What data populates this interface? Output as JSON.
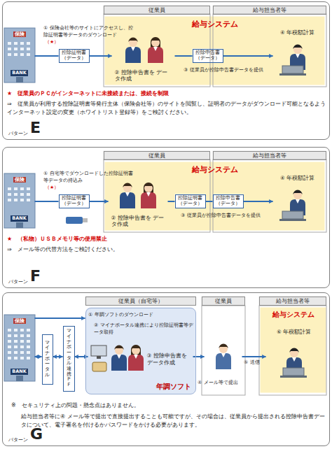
{
  "diagram": {
    "nodes": [
      {
        "text": [
          "パターン",
          "E"
        ]
      },
      {
        "text": [
          "従業員"
        ],
        "in": 0
      },
      {
        "text": [
          "給与担当者等"
        ],
        "in": 0
      },
      {
        "text": [
          "保険",
          "BANK"
        ],
        "in": 0
      },
      {
        "text": [
          "控除証明書（データ）"
        ],
        "in": 0
      },
      {
        "text": [
          "給与システム"
        ],
        "in": 0
      },
      {
        "text": [
          "② 控除申告書を データ作成"
        ],
        "in": 5
      },
      {
        "text": [
          "控除申告書（データ）"
        ],
        "in": 5
      },
      {
        "text": [
          "④ 年税額計算"
        ],
        "in": 5
      },
      {
        "text": [
          "パターン",
          "F"
        ]
      },
      {
        "text": [
          "従業員"
        ],
        "in": 9
      },
      {
        "text": [
          "給与担当者等"
        ],
        "in": 9
      },
      {
        "text": [
          "保険",
          "BANK"
        ],
        "in": 9
      },
      {
        "text": [
          "控除証明書（データ）"
        ],
        "in": 9
      },
      {
        "text": [
          "給与システム"
        ],
        "in": 9
      },
      {
        "text": [
          "② 控除申告書を データ作成"
        ],
        "in": 14
      },
      {
        "text": [
          "控除証明書（データ）"
        ],
        "in": 14
      },
      {
        "text": [
          "控除申告書（データ）"
        ],
        "in": 14
      },
      {
        "text": [
          "④ 年税額計算"
        ],
        "in": 14
      },
      {
        "text": [
          "パターン",
          "G"
        ]
      },
      {
        "text": [
          "従業員（自宅等）"
        ],
        "in": 19
      },
      {
        "text": [
          "従業員"
        ],
        "in": 19
      },
      {
        "text": [
          "給与担当者等"
        ],
        "in": 19
      },
      {
        "text": [
          "保険",
          "BANK"
        ],
        "in": 19
      },
      {
        "text": [
          "マイナポータル"
        ],
        "in": 19
      },
      {
        "text": [
          "マイナポータル連携ＰＦ"
        ],
        "in": 19
      },
      {
        "text": [
          "年調ソフト"
        ],
        "in": 19
      },
      {
        "text": [
          "③ 控除申告書を データ作成"
        ],
        "in": 26
      },
      {
        "text": [],
        "in": 19
      },
      {
        "text": [
          "給与システム"
        ],
        "in": 19
      },
      {
        "text": [
          "⑥ 年税額計算"
        ],
        "in": 29
      }
    ],
    "edges": [
      {
        "from": 3,
        "to": 4,
        "arrow": "none"
      },
      {
        "from": 4,
        "to": 6,
        "arrow": "to"
      },
      {
        "from": 6,
        "to": 7,
        "arrow": "none"
      },
      {
        "from": 7,
        "to": 8,
        "arrow": "to"
      },
      {
        "from": 12,
        "to": 13,
        "arrow": "none"
      },
      {
        "from": 13,
        "to": 15,
        "arrow": "to"
      },
      {
        "from": 15,
        "to": 16,
        "arrow": "none"
      },
      {
        "from": 16,
        "to": 17,
        "arrow": "none"
      },
      {
        "from": 17,
        "to": 18,
        "arrow": "to"
      },
      {
        "from": 23,
        "to": 26,
        "arrow": "to"
      },
      {
        "from": 23,
        "to": 24,
        "arrow": "both"
      },
      {
        "from": 24,
        "to": 25,
        "arrow": "both"
      },
      {
        "from": 25,
        "to": 27,
        "arrow": "both"
      },
      {
        "from": 27,
        "to": 28,
        "label": "④ メール等で提出",
        "arrow": "to"
      },
      {
        "from": 28,
        "to": 30,
        "label": "⑤ 送信",
        "arrow": "to"
      }
    ],
    "labels": [
      "① 保険会社等のサイトにアクセスし、控除証明書等データのダウンロード",
      "（★）",
      "③ 従業員が控除申告書データを提供",
      "★　従業員のＰＣがインターネットに未接続または、接続を制限",
      "⇒　従業員が利用する控除証明書等発行主体（保険会社等）のサイトを閲覧し、証明者のデータがダウンロード可能となるようインターネット設定の変更（ホワイトリスト登録等）をご検討ください。",
      "① 自宅等でダウンロードした控除証明書等データの持込み",
      "（★）",
      "③ 従業員が控除申告書データを提供",
      "★　（私物）ＵＳＢメモリ等の使用禁止",
      "⇒　メール等の代替方法をご検討ください。",
      "① 年調ソフトのダウンロード",
      "② マイナポータル連携により控除証明書等データ取得",
      "※　セキュリティ上の問題・懸念点はありません。",
      "給与担当者等に④ メール等で提出で直接提出することも可能ですが、その場合は、従業員から提出される控除申告書データについて、電子署名を付けるかパスワードをかける必要があります。"
    ]
  }
}
